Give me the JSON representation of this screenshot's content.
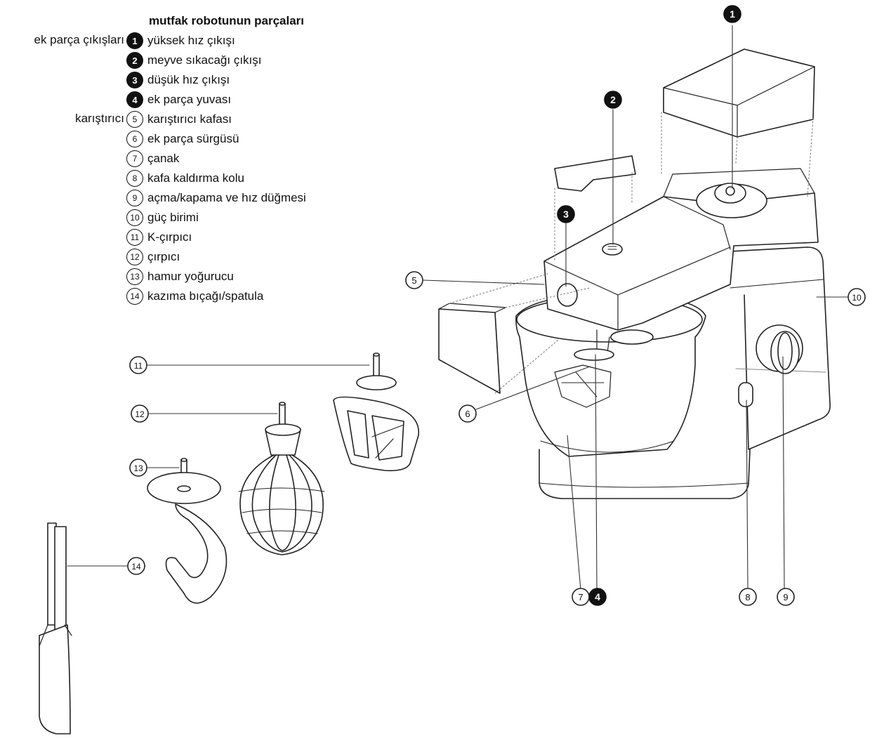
{
  "title": "mutfak robotunun parçaları",
  "groups": {
    "outlets": "ek parça çıkışları",
    "mixer": "karıştırıcı"
  },
  "parts": [
    {
      "num": "1",
      "style": "filled",
      "label": "yüksek hız çıkışı"
    },
    {
      "num": "2",
      "style": "filled",
      "label": "meyve sıkacağı çıkışı"
    },
    {
      "num": "3",
      "style": "filled",
      "label": "düşük hız çıkışı"
    },
    {
      "num": "4",
      "style": "filled",
      "label": "ek parça yuvası"
    },
    {
      "num": "5",
      "style": "outline",
      "label": "karıştırıcı kafası"
    },
    {
      "num": "6",
      "style": "outline",
      "label": "ek parça sürgüsü"
    },
    {
      "num": "7",
      "style": "outline",
      "label": "çanak"
    },
    {
      "num": "8",
      "style": "outline",
      "label": "kafa kaldırma kolu"
    },
    {
      "num": "9",
      "style": "outline",
      "label": "açma/kapama ve hız düğmesi"
    },
    {
      "num": "10",
      "style": "outline",
      "label": "güç birimi"
    },
    {
      "num": "11",
      "style": "outline",
      "label": "K-çırpıcı"
    },
    {
      "num": "12",
      "style": "outline",
      "label": "çırpıcı"
    },
    {
      "num": "13",
      "style": "outline",
      "label": "hamur yoğurucu"
    },
    {
      "num": "14",
      "style": "outline",
      "label": "kazıma bıçağı/spatula"
    }
  ]
}
